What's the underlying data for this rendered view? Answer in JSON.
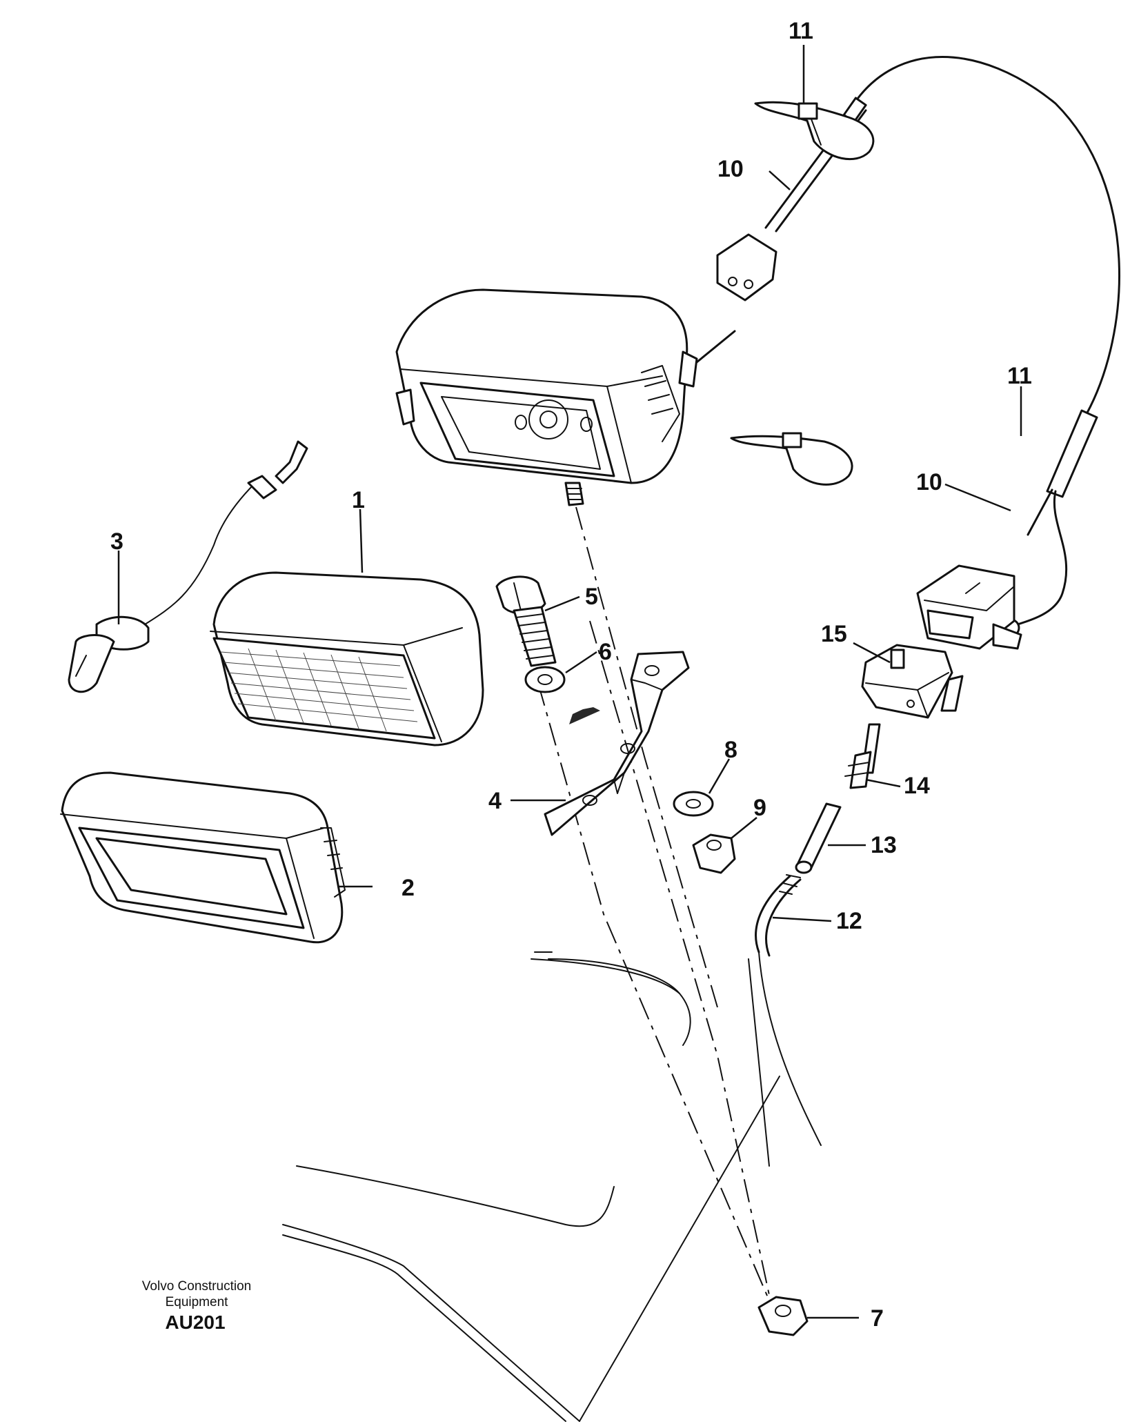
{
  "diagram": {
    "callouts": [
      "1",
      "2",
      "3",
      "4",
      "5",
      "6",
      "7",
      "8",
      "9",
      "10",
      "10",
      "11",
      "11",
      "12",
      "13",
      "14",
      "15"
    ],
    "publisher_line1": "Volvo Construction",
    "publisher_line2": "Equipment",
    "figure_code": "AU201"
  }
}
